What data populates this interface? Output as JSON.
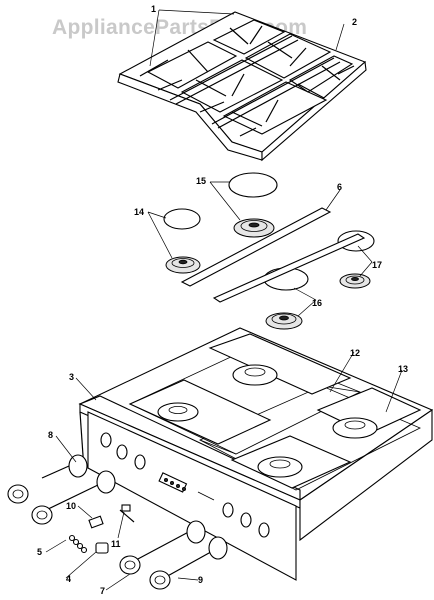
{
  "watermark": "AppliancePartsPros.com",
  "callouts": [
    "1",
    "2",
    "3",
    "4",
    "5",
    "6",
    "7",
    "8",
    "9",
    "10",
    "11",
    "12",
    "13",
    "14",
    "15",
    "16",
    "17"
  ]
}
